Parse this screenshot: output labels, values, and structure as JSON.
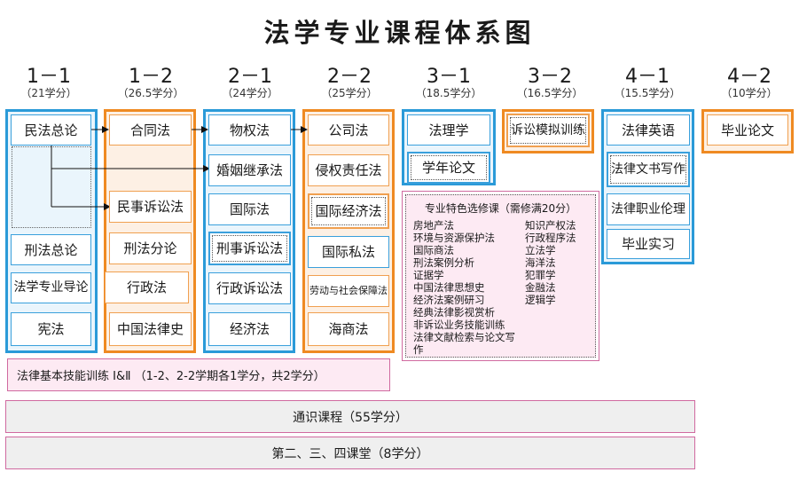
{
  "title": "法学专业课程体系图",
  "semesters": [
    {
      "id": "1-1",
      "label": "1－1",
      "credits": "（21学分）"
    },
    {
      "id": "1-2",
      "label": "1－2",
      "credits": "（26.5学分）"
    },
    {
      "id": "2-1",
      "label": "2－1",
      "credits": "（24学分）"
    },
    {
      "id": "2-2",
      "label": "2－2",
      "credits": "（25学分）"
    },
    {
      "id": "3-1",
      "label": "3－1",
      "credits": "（18.5学分）"
    },
    {
      "id": "3-2",
      "label": "3－2",
      "credits": "（16.5学分）"
    },
    {
      "id": "4-1",
      "label": "4－1",
      "credits": "（15.5学分）"
    },
    {
      "id": "4-2",
      "label": "4－2",
      "credits": "（10学分）"
    }
  ],
  "courses": {
    "minfa_zonglun": "民法总论",
    "xingfa_zonglun": "刑法总论",
    "faxue_daolun": "法学专业导论",
    "xianfa": "宪法",
    "hetongfa": "合同法",
    "minshi_susongfa": "民事诉讼法",
    "xingfa_fenlun": "刑法分论",
    "xingzhengfa": "行政法",
    "zhongguo_falvshi": "中国法律史",
    "wuquanfa": "物权法",
    "hunyin_jichengfa": "婚姻继承法",
    "guojifa": "国际法",
    "xingshi_susongfa": "刑事诉讼法",
    "xingzheng_susongfa": "行政诉讼法",
    "jingjifa": "经济法",
    "gongsifa": "公司法",
    "qinquan_zerenfa": "侵权责任法",
    "guoji_jingjifa": "国际经济法",
    "guoji_sifa": "国际私法",
    "laodong_shehui_baozhangfa": "劳动与社会保障法",
    "haishangfa": "海商法",
    "falixue": "法理学",
    "xuenian_lunwen": "学年论文",
    "susong_moni_xunlian": "诉讼模拟训练",
    "falv_yingyu": "法律英语",
    "falv_wenshu_xiezuo": "法律文书写作",
    "falv_zhiye_lunli": "法律职业伦理",
    "biye_shixi": "毕业实习",
    "biye_lunwen": "毕业论文"
  },
  "electives": {
    "title": "专业特色选修课（需修满20分）",
    "items": [
      "房地产法",
      "知识产权法",
      "环境与资源保护法",
      "行政程序法",
      "国际商法",
      "立法学",
      "刑法案例分析",
      "海洋法",
      "证据学",
      "犯罪学",
      "中国法律思想史",
      "金融法",
      "经济法案例研习",
      "逻辑学",
      "经典法律影视赏析",
      "",
      "非诉讼业务技能训练",
      "",
      "法律文献检索与论文写作",
      ""
    ]
  },
  "skill_training": "法律基本技能训练 Ⅰ&Ⅱ （1-2、2-2学期各1学分，共2学分）",
  "general_courses": "通识课程（55学分）",
  "second_classroom": "第二、三、四课堂（8学分）",
  "colors": {
    "blue": "#2a9ad8",
    "orange": "#ef8a22",
    "pink": "#d06aa0",
    "pink_fill": "#fdeaf3",
    "panel_fill": "#fdf0e4",
    "blue_fill": "#eaf5fc"
  }
}
